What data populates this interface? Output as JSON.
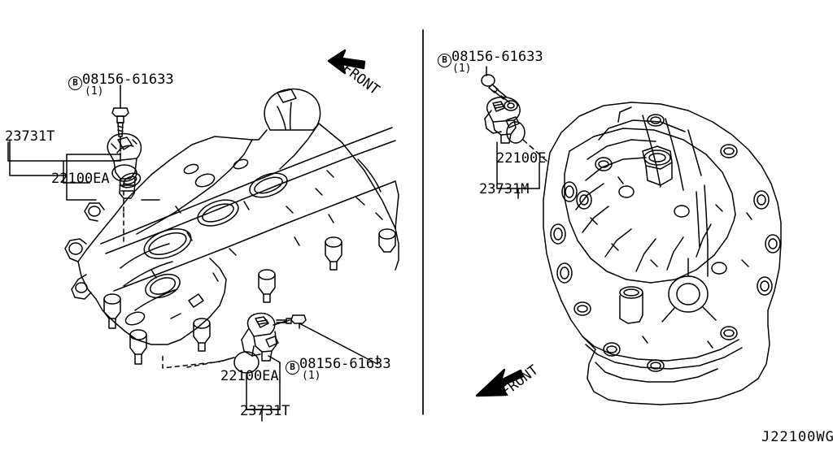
{
  "diagram": {
    "code": "J22100WG",
    "type": "parts-catalog-exploded-view",
    "panels": 2
  },
  "left_panel": {
    "subject": "engine-cylinder-head-cover",
    "front_arrow": {
      "label": "FRONT",
      "direction": "up-left"
    },
    "callouts": {
      "top_bolt": {
        "prefix": "B",
        "part": "08156-61633",
        "qty": "(1)"
      },
      "top_sensor": {
        "part": "23731T"
      },
      "top_oring": {
        "part": "22100EA"
      },
      "bottom_bolt": {
        "prefix": "B",
        "part": "08156-61633",
        "qty": "(1)"
      },
      "bottom_sensor": {
        "part": "23731T"
      },
      "bottom_oring": {
        "part": "22100EA"
      }
    }
  },
  "right_panel": {
    "subject": "transaxle-case",
    "front_arrow": {
      "label": "FRONT",
      "direction": "down-left"
    },
    "callouts": {
      "bolt": {
        "prefix": "B",
        "part": "08156-61633",
        "qty": "(1)"
      },
      "oring": {
        "part": "22100E"
      },
      "sensor": {
        "part": "23731M"
      }
    }
  },
  "colors": {
    "line": "#000000",
    "background": "#ffffff"
  }
}
